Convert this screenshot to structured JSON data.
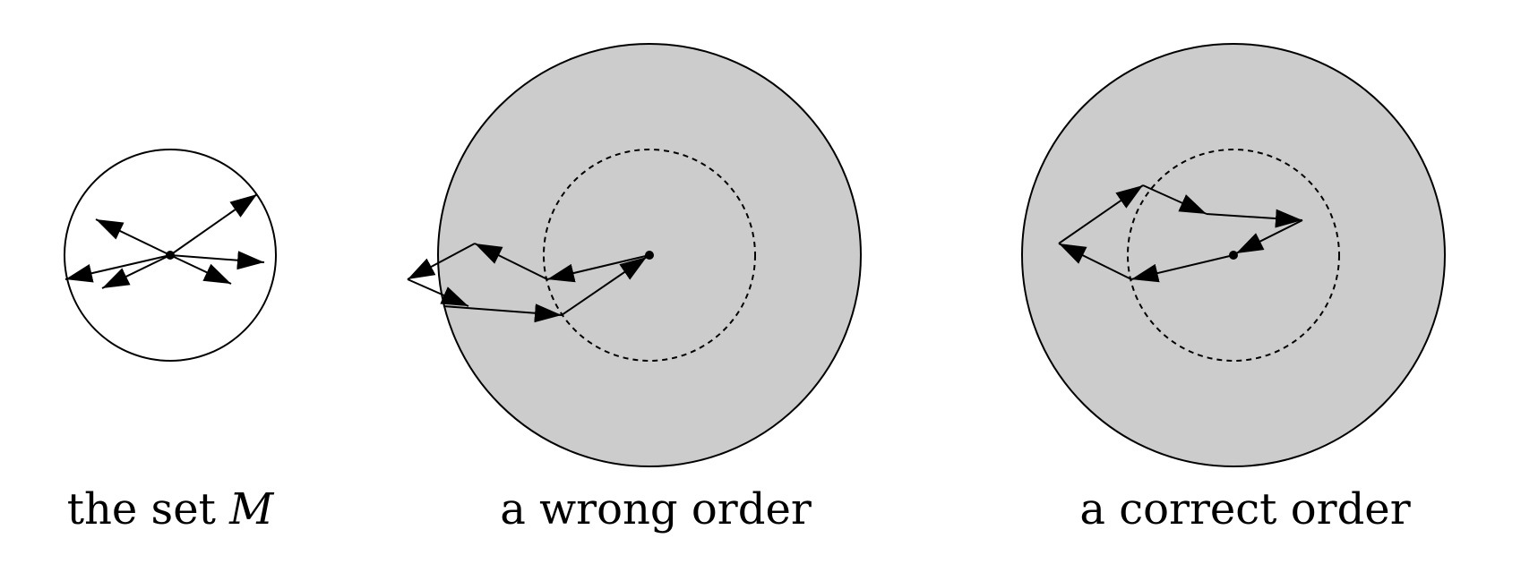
{
  "captions": {
    "set_m_text": "the set ",
    "set_m_symbol": "M",
    "wrong_order": "a wrong order",
    "correct_order": "a correct order"
  },
  "colors": {
    "stroke": "#000000",
    "disk_fill": "#cccccc",
    "background": "#ffffff"
  },
  "panels": [
    "the set M",
    "a wrong order",
    "a correct order"
  ]
}
